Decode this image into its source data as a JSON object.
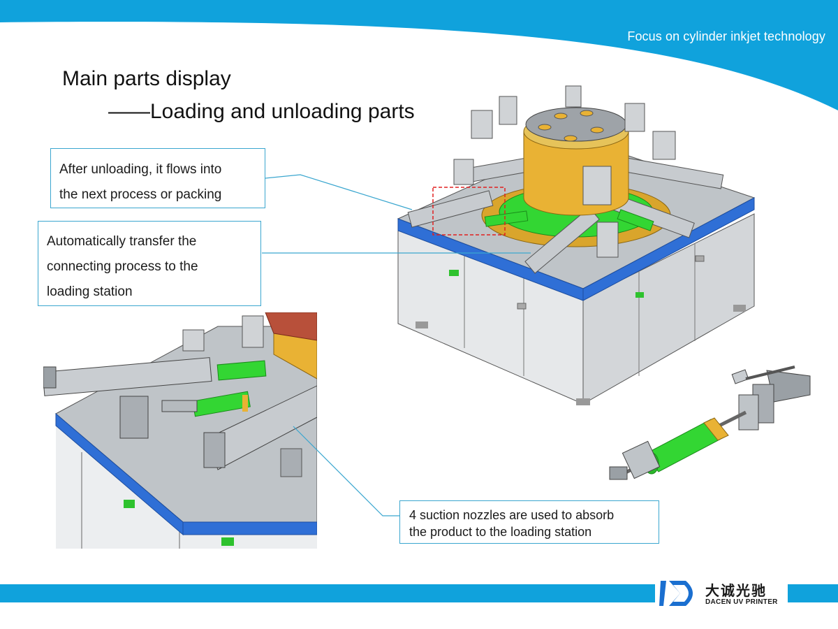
{
  "header": {
    "tagline": "Focus on cylinder inkjet technology",
    "brand_color": "#10a2dc"
  },
  "title": {
    "main": "Main parts display",
    "sub": "——Loading and unloading parts"
  },
  "callouts": {
    "unloading": {
      "line1": "After unloading, it flows into",
      "line2": "the next process or packing"
    },
    "transfer": {
      "line1": "Automatically transfer the",
      "line2": "connecting process to the",
      "line3": "loading station"
    },
    "nozzles": {
      "line1": "4 suction nozzles are used to absorb",
      "line2": "the product to the loading station"
    }
  },
  "footer": {
    "logo_cn": "大诚光驰",
    "logo_en": "DACEN UV PRINTER"
  },
  "icons": [
    "dacen-logo-icon"
  ]
}
